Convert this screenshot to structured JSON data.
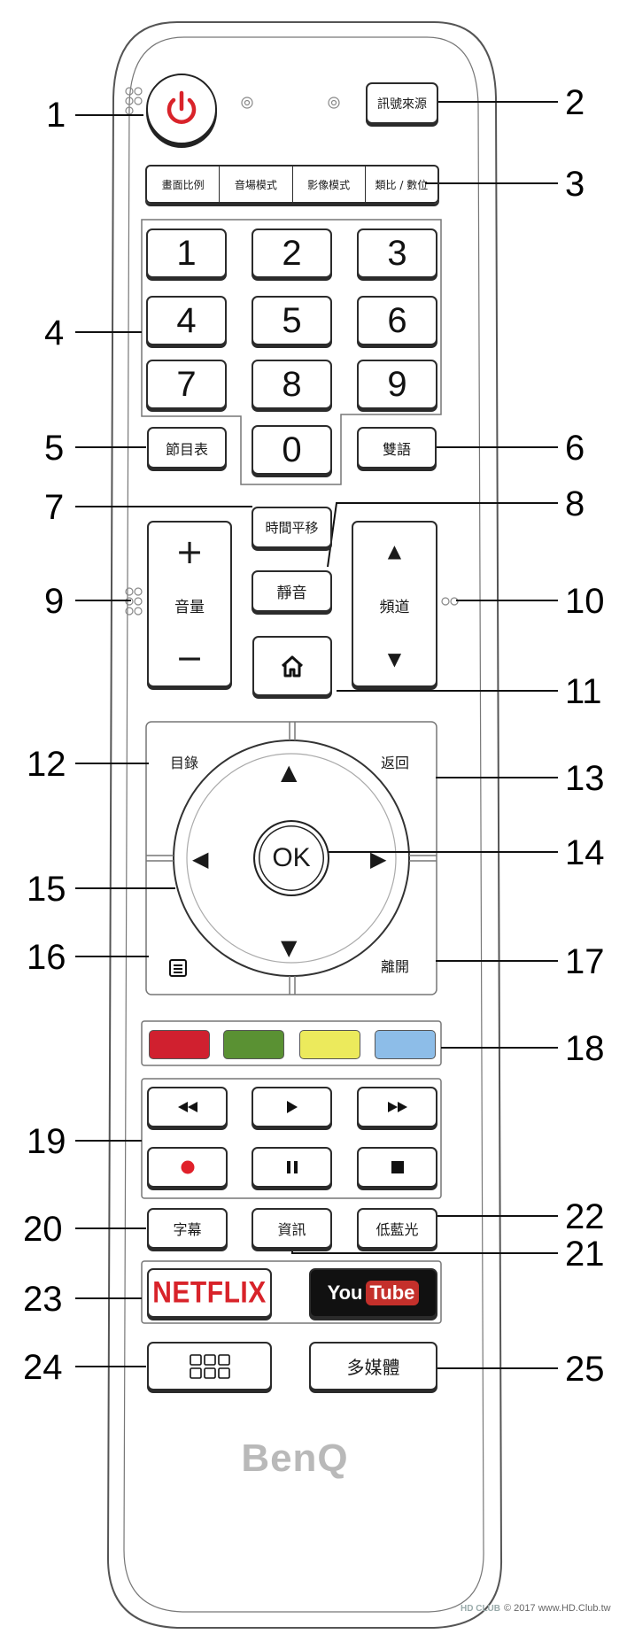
{
  "diagram": {
    "brand": "BenQ",
    "watermark": "© 2017 www.HD.Club.tw",
    "watermark_logo": "HD CLUB",
    "colors": {
      "red": "#d0202f",
      "green": "#5a9133",
      "yellow": "#ecea5c",
      "blue": "#8dbde8",
      "power": "#d9232a",
      "netflix": "#d8232a",
      "youtube": "#c4302b"
    },
    "buttons": {
      "power_icon": "power-icon",
      "source": "訊號來源",
      "aspect": "畫面比例",
      "sound_mode": "音場模式",
      "picture_mode": "影像模式",
      "analog_digital": "類比 / 數位",
      "digits": [
        "1",
        "2",
        "3",
        "4",
        "5",
        "6",
        "7",
        "8",
        "9",
        "0"
      ],
      "epg": "節目表",
      "dual_lang": "雙語",
      "timeshift": "時間平移",
      "mute": "靜音",
      "vol_plus": "+",
      "vol_label": "音量",
      "vol_minus": "−",
      "ch_label": "頻道",
      "home_icon": "home-icon",
      "menu_label": "目錄",
      "back_label": "返回",
      "ok": "OK",
      "exit_label": "離開",
      "subtitle": "字幕",
      "info": "資訊",
      "low_blue": "低藍光",
      "netflix": "NETFLIX",
      "youtube_you": "You",
      "youtube_tube": "Tube",
      "multimedia": "多媒體"
    },
    "callouts": [
      "1",
      "2",
      "3",
      "4",
      "5",
      "6",
      "7",
      "8",
      "9",
      "10",
      "11",
      "12",
      "13",
      "14",
      "15",
      "16",
      "17",
      "18",
      "19",
      "20",
      "21",
      "22",
      "23",
      "24",
      "25"
    ]
  }
}
